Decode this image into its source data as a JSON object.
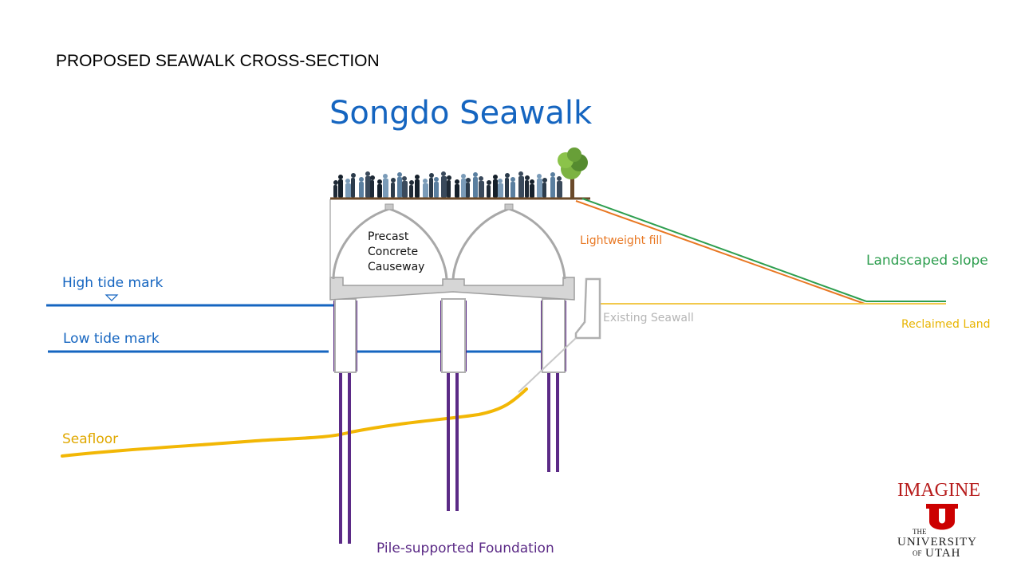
{
  "slide": {
    "heading": "PROPOSED SEAWALK CROSS-SECTION",
    "title": "Songdo Seawalk"
  },
  "labels": {
    "high_tide": "High tide mark",
    "low_tide": "Low tide mark",
    "seafloor": "Seafloor",
    "causeway_line1": "Precast",
    "causeway_line2": "Concrete",
    "causeway_line3": "Causeway",
    "lightweight_fill": "Lightweight fill",
    "landscaped_slope": "Landscaped slope",
    "existing_seawall": "Existing Seawall",
    "reclaimed_land": "Reclaimed Land",
    "foundation": "Pile-supported Foundation"
  },
  "logo": {
    "imagine": "IMAGINE",
    "the": "THE",
    "university": "UNIVERSITY",
    "of": "OF",
    "utah": "UTAH"
  },
  "colors": {
    "title_blue": "#1565c0",
    "water_blue": "#1565c0",
    "seafloor_gold": "#f2b705",
    "pile_purple": "#5b2a86",
    "fill_orange": "#e87722",
    "slope_green": "#2e9e4f",
    "seawall_gray": "#9e9e9e",
    "reclaimed_gold": "#e8b400",
    "utah_red": "#cc0000"
  }
}
